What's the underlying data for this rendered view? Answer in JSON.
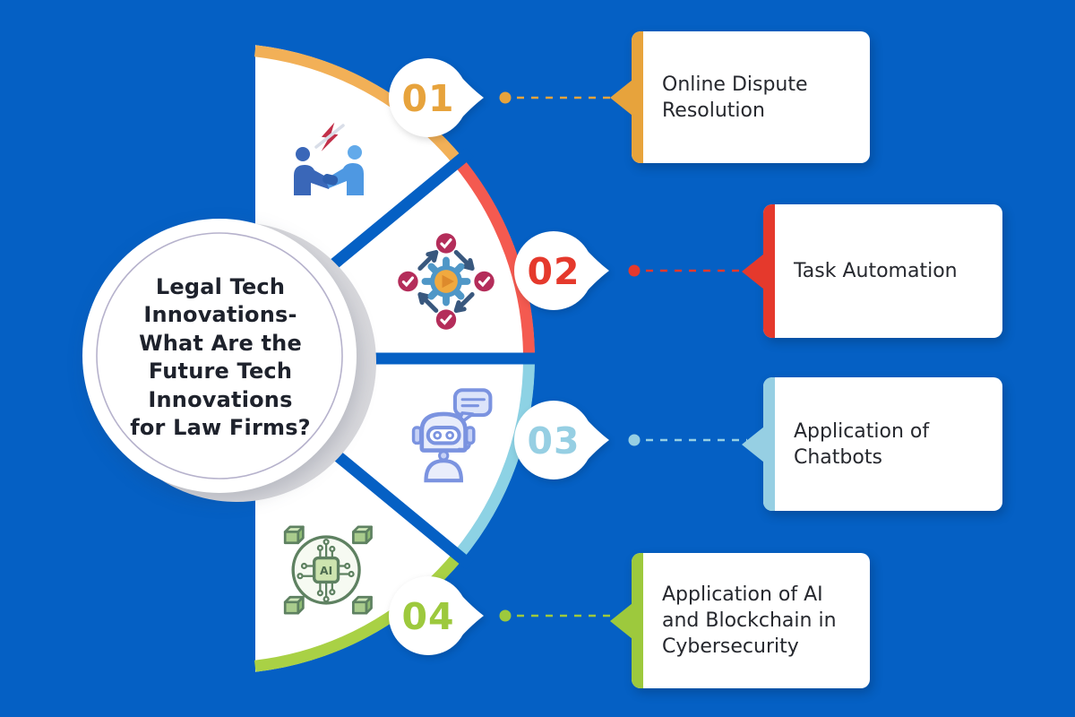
{
  "title_block": {
    "title": "Legal Tech Innovations- What Are the Future Tech Innovations for Law Firms?",
    "lines": [
      "Legal Tech",
      "Innovations-",
      "What Are the",
      "Future Tech",
      "Innovations",
      "for Law Firms?"
    ]
  },
  "items": [
    {
      "number": "01",
      "label": "Online Dispute Resolution",
      "accent": "#E7A33C",
      "arc_color": "#F2B057",
      "icon": "handshake-dispute-resolution-icon"
    },
    {
      "number": "02",
      "label": "Task Automation",
      "accent": "#E5392C",
      "arc_color": "#F45A50",
      "icon": "gear-automation-icon"
    },
    {
      "number": "03",
      "label": "Application of Chatbots",
      "accent": "#96CFE3",
      "arc_color": "#8DD2E4",
      "icon": "chatbot-robot-icon"
    },
    {
      "number": "04",
      "label": "Application of AI and Blockchain in Cybersecurity",
      "accent": "#9DC93D",
      "arc_color": "#A9D145",
      "icon": "ai-chip-blockchain-icon",
      "icon_text": "AI"
    }
  ],
  "colors": {
    "background": "#0560C4",
    "fan_fill": "#FFFFFF",
    "circle_shadow": "#D8D8DC",
    "circle_ring": "#B6B2CC",
    "title_text": "#1E222C",
    "card_text": "#26282E"
  }
}
